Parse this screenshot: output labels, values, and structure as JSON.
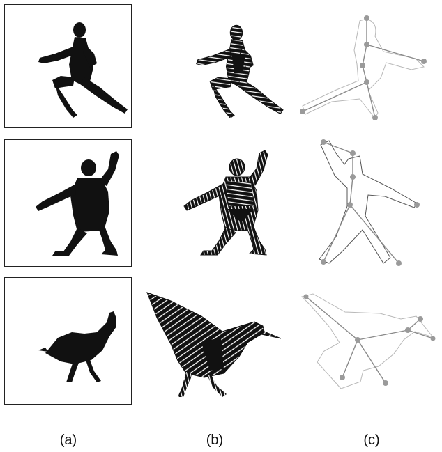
{
  "column_labels": {
    "a": "(a)",
    "b": "(b)",
    "c": "(c)"
  },
  "colors": {
    "silhouette": "#111111",
    "hatch_line": "#ffffff",
    "contour": "#b8b8b8",
    "skeleton": "#8a8a8a",
    "joint": "#9a9a9a"
  }
}
